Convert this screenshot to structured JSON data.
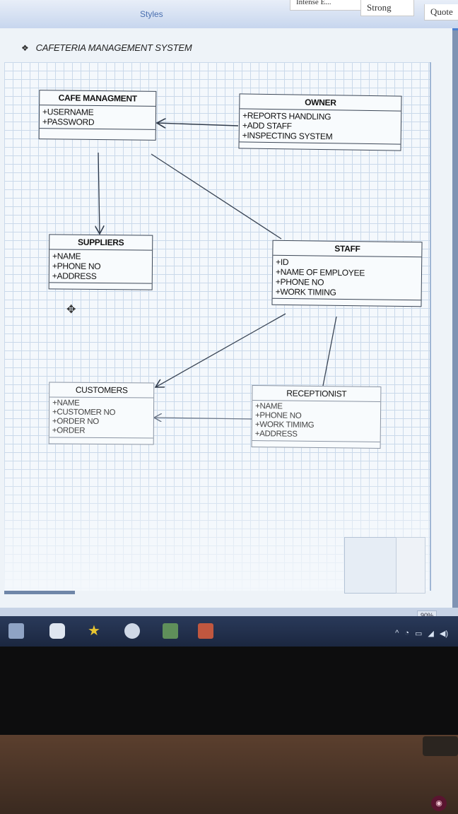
{
  "ribbon": {
    "styles": [
      {
        "label": "Intense E..."
      },
      {
        "label": "Strong"
      },
      {
        "label": "Quote"
      }
    ],
    "group_label": "Styles"
  },
  "document": {
    "heading": "CAFETERIA MANAGEMENT SYSTEM"
  },
  "diagram": {
    "cafe": {
      "name": "CAFE MANAGMENT",
      "attrs": [
        "+USERNAME",
        "+PASSWORD"
      ]
    },
    "owner": {
      "name": "OWNER",
      "attrs": [
        "+REPORTS HANDLING",
        "+ADD STAFF",
        "+INSPECTING SYSTEM"
      ]
    },
    "suppliers": {
      "name": "SUPPLIERS",
      "attrs": [
        "+NAME",
        "+PHONE NO",
        "+ADDRESS"
      ]
    },
    "staff": {
      "name": "STAFF",
      "attrs": [
        "+ID",
        "+NAME OF EMPLOYEE",
        "+PHONE NO",
        "+WORK TIMING"
      ]
    },
    "customers": {
      "name": "CUSTOMERS",
      "attrs": [
        "+NAME",
        "+CUSTOMER NO",
        "+ORDER NO",
        "+ORDER"
      ]
    },
    "receptionist": {
      "name": "RECEPTIONIST",
      "attrs": [
        "+NAME",
        "+PHONE NO",
        "+WORK TIMIMG",
        "+ADDRESS"
      ]
    }
  },
  "status": {
    "zoom": "90%"
  },
  "colors": {
    "ribbon_accent": "#4a7fd0",
    "canvas": "#f4f8fc",
    "grid": "#cad9ea",
    "taskbar": "#1b2740"
  }
}
